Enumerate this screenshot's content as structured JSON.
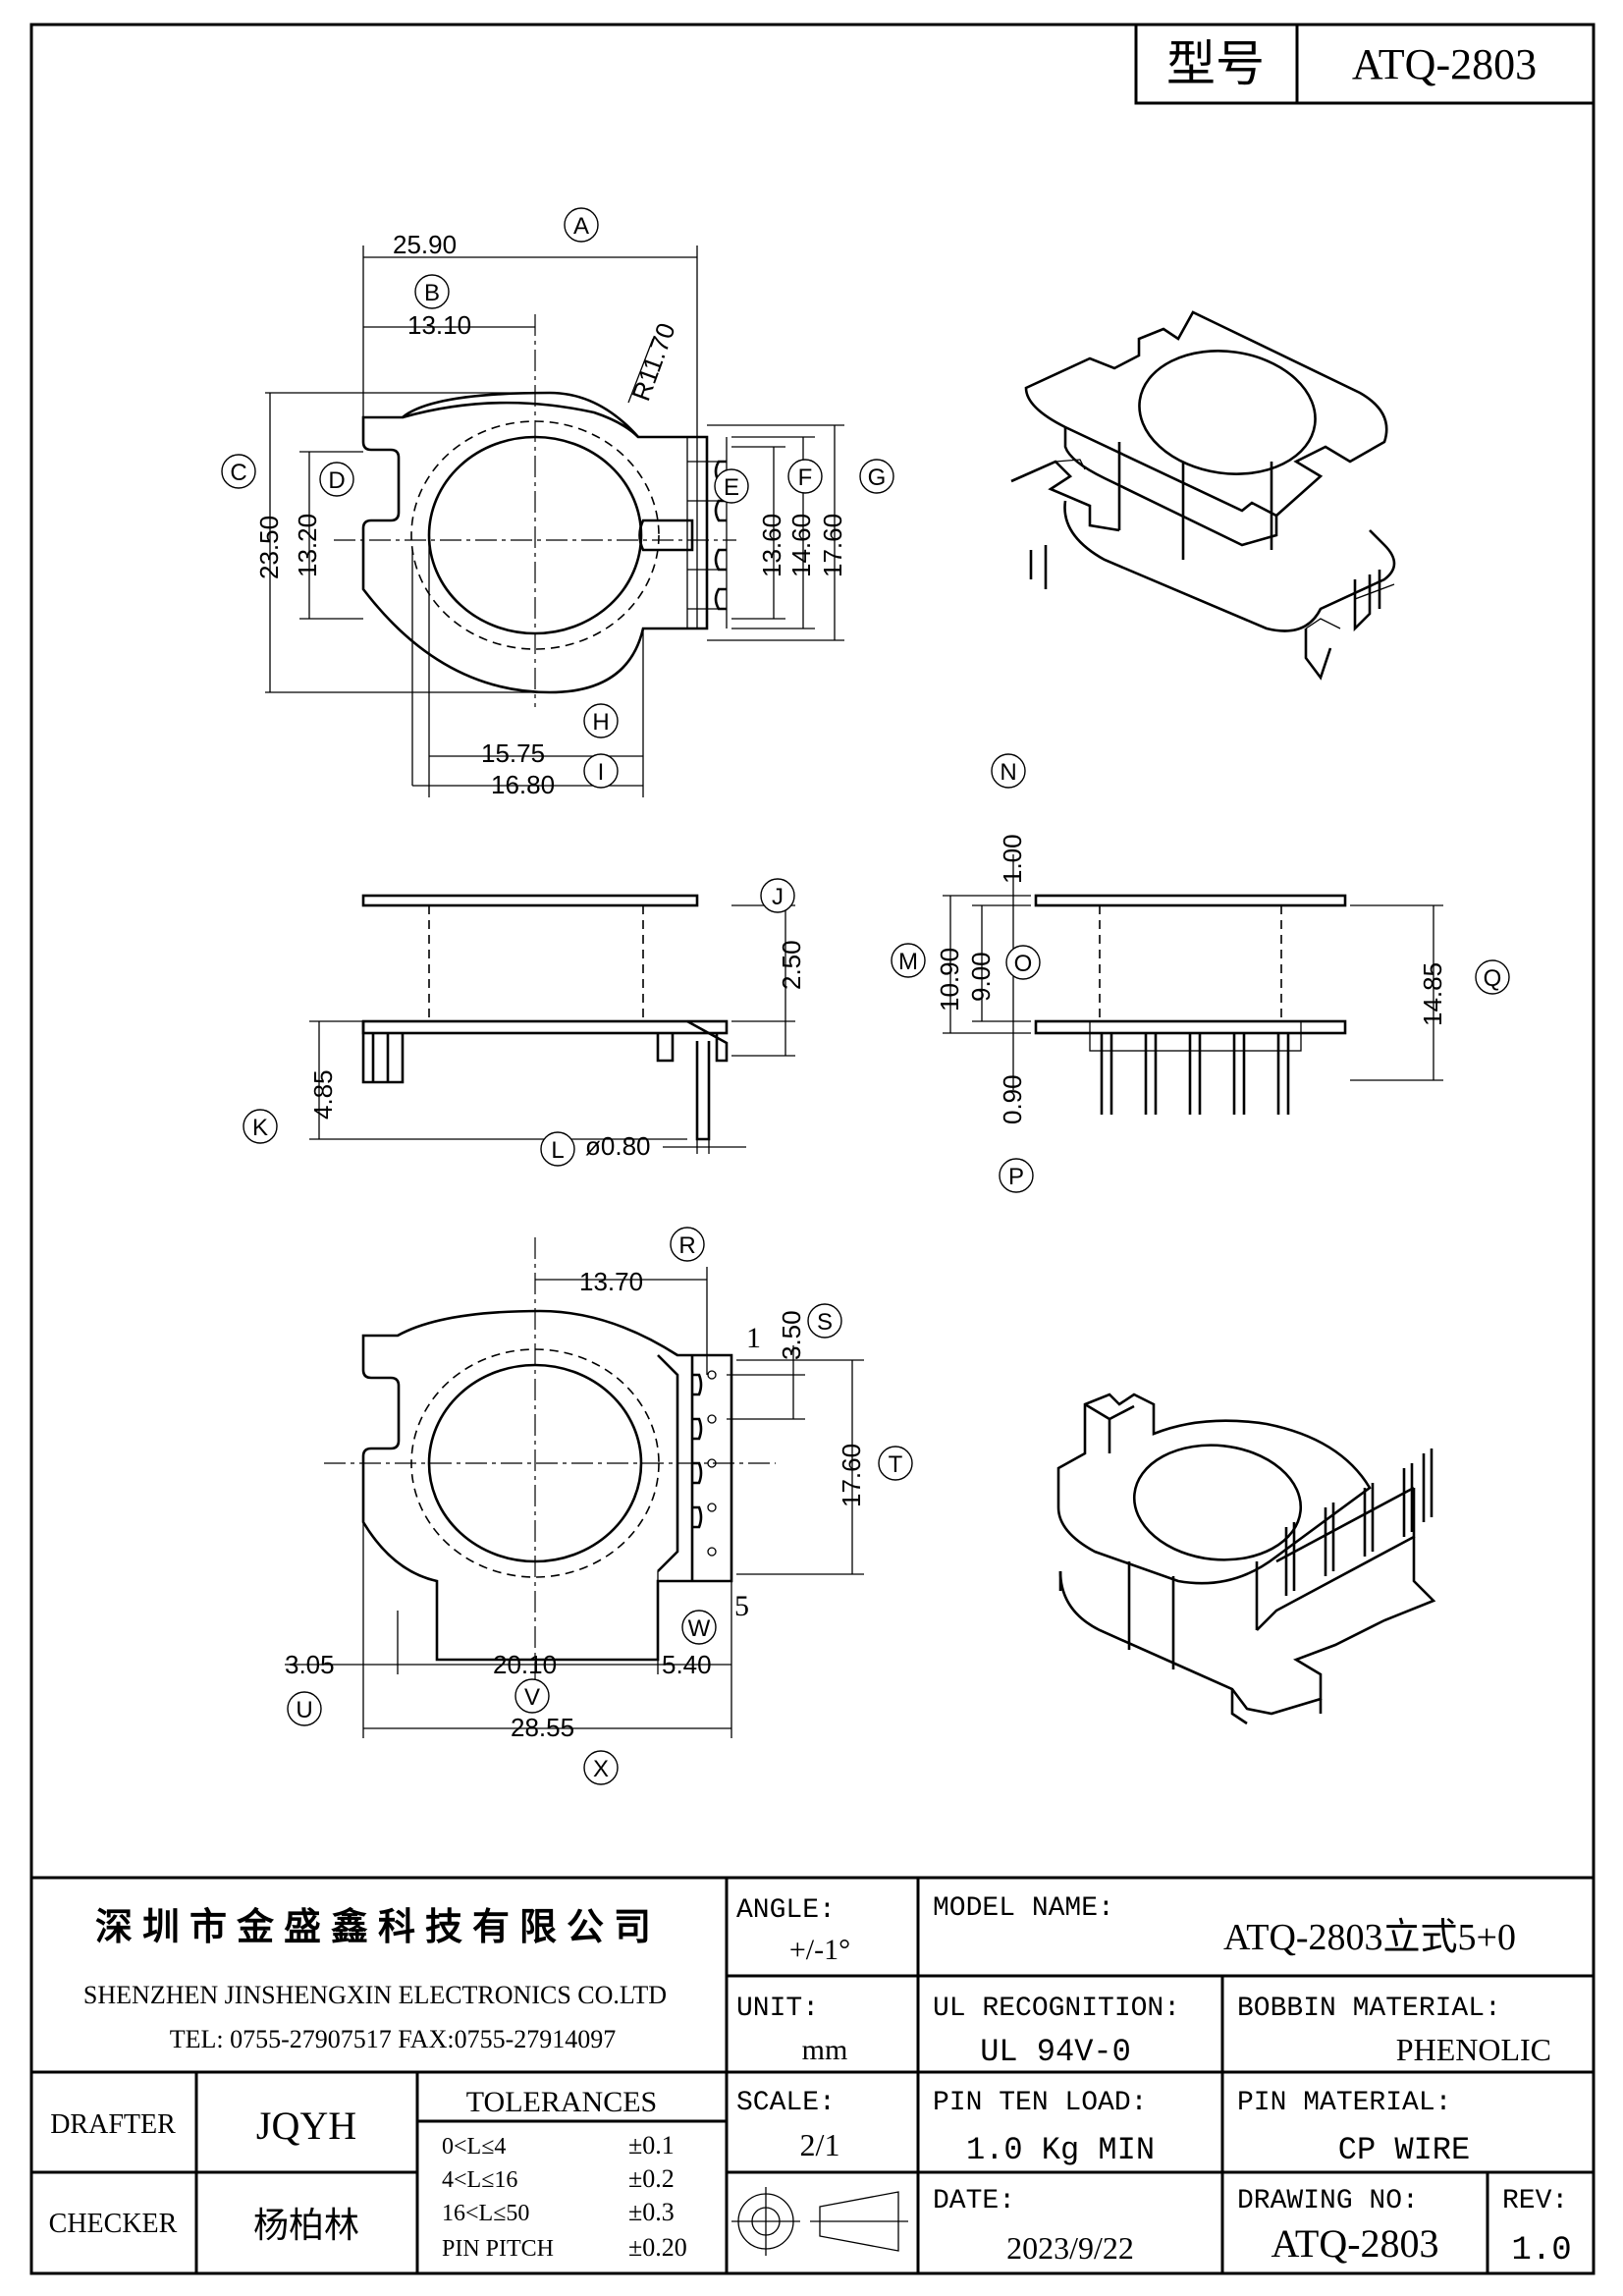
{
  "model": {
    "label": "型号",
    "value": "ATQ-2803"
  },
  "dimensions": {
    "A": {
      "letter": "A",
      "value": "25.90"
    },
    "B": {
      "letter": "B",
      "value": "13.10"
    },
    "R": {
      "value": "R11.70"
    },
    "C": {
      "letter": "C",
      "value": "23.50"
    },
    "D": {
      "letter": "D",
      "value": "13.20"
    },
    "E": {
      "letter": "E",
      "value": "13.60"
    },
    "F": {
      "letter": "F",
      "value": "14.60"
    },
    "G": {
      "letter": "G",
      "value": "17.60"
    },
    "H": {
      "letter": "H",
      "value": "15.75"
    },
    "I": {
      "letter": "I",
      "value": "16.80"
    },
    "J": {
      "letter": "J",
      "value": "2.50"
    },
    "K": {
      "letter": "K",
      "value": "4.85"
    },
    "L": {
      "letter": "L",
      "value": "ø0.80"
    },
    "N": {
      "letter": "N",
      "value": "1.00"
    },
    "M": {
      "letter": "M",
      "value": "10.90"
    },
    "O": {
      "letter": "O",
      "value": "9.00"
    },
    "P": {
      "letter": "P",
      "value": "0.90"
    },
    "Q": {
      "letter": "Q",
      "value": "14.85"
    },
    "R2": {
      "letter": "R",
      "value": "13.70"
    },
    "S": {
      "letter": "S",
      "value": "3.50"
    },
    "T": {
      "letter": "T",
      "value": "17.60"
    },
    "U": {
      "letter": "U",
      "value": "3.05"
    },
    "V": {
      "letter": "V",
      "value": "20.10"
    },
    "W": {
      "letter": "W",
      "value": "5.40"
    },
    "X": {
      "letter": "X",
      "value": "28.55"
    }
  },
  "pin_labels": {
    "first": "1",
    "last": "5"
  },
  "title_block": {
    "company_cn": "深圳市金盛鑫科技有限公司",
    "company_en": "SHENZHEN JINSHENGXIN ELECTRONICS CO.LTD",
    "contact": "TEL: 0755-27907517   FAX:0755-27914097",
    "angle_label": "ANGLE:",
    "angle_value": "+/-1°",
    "model_name_label": "MODEL NAME:",
    "model_name_value": "ATQ-2803立式5+0",
    "unit_label": "UNIT:",
    "unit_value": "mm",
    "ul_label": "UL RECOGNITION:",
    "ul_value": "UL 94V-0",
    "bobbin_label": "BOBBIN MATERIAL:",
    "bobbin_value": "PHENOLIC",
    "drafter_label": "DRAFTER",
    "drafter_value": "JQYH",
    "tolerances_label": "TOLERANCES",
    "tolerances": [
      {
        "range": "0<L≤4",
        "tol": "±0.1"
      },
      {
        "range": "4<L≤16",
        "tol": "±0.2"
      },
      {
        "range": "16<L≤50",
        "tol": "±0.3"
      },
      {
        "range": "PIN PITCH",
        "tol": "±0.20"
      }
    ],
    "scale_label": "SCALE:",
    "scale_value": "2/1",
    "pin_load_label": "PIN TEN LOAD:",
    "pin_load_value": "1.0 Kg MIN",
    "pin_material_label": "PIN MATERIAL:",
    "pin_material_value": "CP WIRE",
    "checker_label": "CHECKER",
    "checker_value": "杨柏林",
    "date_label": "DATE:",
    "date_value": "2023/9/22",
    "drawing_no_label": "DRAWING NO:",
    "drawing_no_value": "ATQ-2803",
    "rev_label": "REV:",
    "rev_value": "1.0"
  }
}
